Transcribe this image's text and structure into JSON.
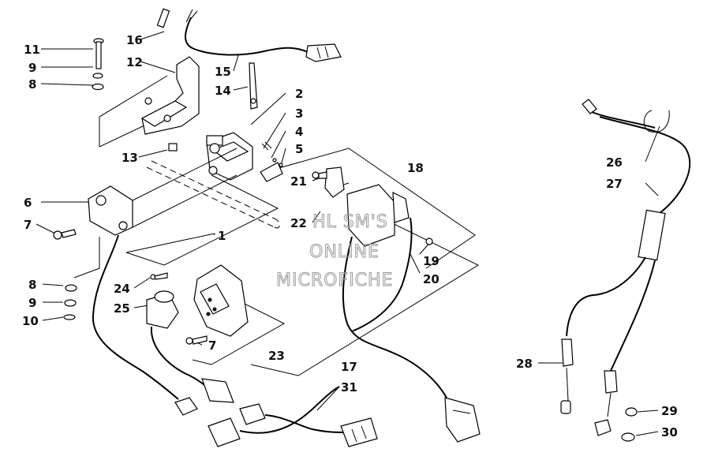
{
  "watermark": {
    "line1": "HL SM'S",
    "line2": "ONLINE",
    "line3": "MICROFICHE"
  },
  "callouts": [
    {
      "id": "c1",
      "text": "1"
    },
    {
      "id": "c2",
      "text": "2"
    },
    {
      "id": "c3",
      "text": "3"
    },
    {
      "id": "c4",
      "text": "4"
    },
    {
      "id": "c5",
      "text": "5"
    },
    {
      "id": "c6",
      "text": "6"
    },
    {
      "id": "c7a",
      "text": "7"
    },
    {
      "id": "c7b",
      "text": "7"
    },
    {
      "id": "c8a",
      "text": "8"
    },
    {
      "id": "c8b",
      "text": "8"
    },
    {
      "id": "c9a",
      "text": "9"
    },
    {
      "id": "c9b",
      "text": "9"
    },
    {
      "id": "c10",
      "text": "10"
    },
    {
      "id": "c11",
      "text": "11"
    },
    {
      "id": "c12",
      "text": "12"
    },
    {
      "id": "c13",
      "text": "13"
    },
    {
      "id": "c14",
      "text": "14"
    },
    {
      "id": "c15",
      "text": "15"
    },
    {
      "id": "c16",
      "text": "16"
    },
    {
      "id": "c17",
      "text": "17"
    },
    {
      "id": "c18",
      "text": "18"
    },
    {
      "id": "c19",
      "text": "19"
    },
    {
      "id": "c20",
      "text": "20"
    },
    {
      "id": "c21",
      "text": "21"
    },
    {
      "id": "c22",
      "text": "22"
    },
    {
      "id": "c23",
      "text": "23"
    },
    {
      "id": "c24",
      "text": "24"
    },
    {
      "id": "c25",
      "text": "25"
    },
    {
      "id": "c26",
      "text": "26"
    },
    {
      "id": "c27",
      "text": "27"
    },
    {
      "id": "c28",
      "text": "28"
    },
    {
      "id": "c29",
      "text": "29"
    },
    {
      "id": "c30",
      "text": "30"
    },
    {
      "id": "c31",
      "text": "31"
    }
  ]
}
